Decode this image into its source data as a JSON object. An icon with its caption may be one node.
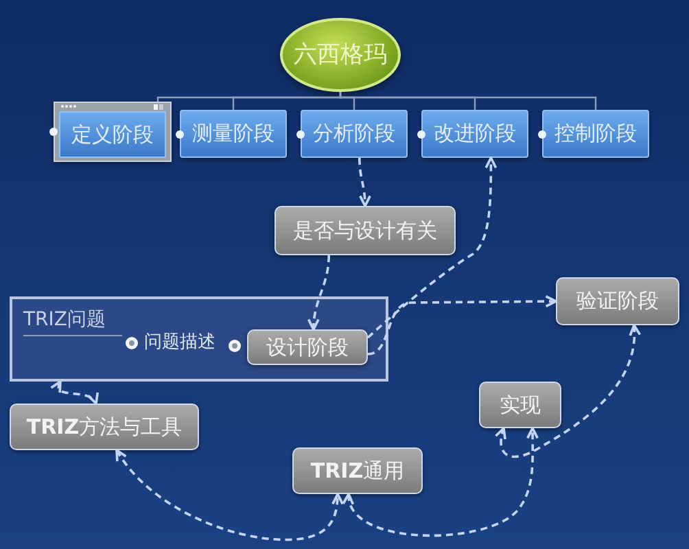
{
  "diagram": {
    "nodes": [
      {
        "text": [
          "六西格玛"
        ]
      },
      {
        "text": [
          "定义阶段"
        ]
      },
      {
        "text": [
          "测量阶段"
        ]
      },
      {
        "text": [
          "分析阶段"
        ]
      },
      {
        "text": [
          "改进阶段"
        ]
      },
      {
        "text": [
          "控制阶段"
        ]
      },
      {
        "text": [
          "是否与设计有关"
        ]
      },
      {
        "text": [
          "TRIZ问题"
        ]
      },
      {
        "text": [
          "设计阶段"
        ],
        "in": 7
      },
      {
        "text": [
          "验证阶段"
        ]
      },
      {
        "text": [
          "**TRIZ**方法与工具"
        ]
      },
      {
        "text": [
          "**TRIZ**通用"
        ]
      },
      {
        "text": [
          "实现"
        ]
      }
    ],
    "edges": [
      {
        "from": 0,
        "to": 1,
        "arrow": "none",
        "color": "#8d9cb8"
      },
      {
        "from": 0,
        "to": 2,
        "arrow": "none",
        "color": "#8d9cb8"
      },
      {
        "from": 0,
        "to": 3,
        "arrow": "none",
        "color": "#8d9cb8"
      },
      {
        "from": 0,
        "to": 4,
        "arrow": "none",
        "color": "#8d9cb8"
      },
      {
        "from": 0,
        "to": 5,
        "arrow": "none",
        "color": "#8d9cb8"
      },
      {
        "from": 3,
        "to": 6,
        "arrow": "to",
        "style": "dashed"
      },
      {
        "from": 6,
        "to": 8,
        "arrow": "to",
        "style": "dashed"
      },
      {
        "from": 8,
        "to": 4,
        "arrow": "to",
        "style": "dashed"
      },
      {
        "from": 8,
        "to": 9,
        "arrow": "to",
        "style": "dashed"
      },
      {
        "from": 7,
        "to": 10,
        "arrow": "both",
        "style": "dashed"
      },
      {
        "from": 10,
        "to": 11,
        "arrow": "both",
        "style": "dashed"
      },
      {
        "from": 11,
        "to": 12,
        "arrow": "both",
        "style": "dashed"
      },
      {
        "from": 9,
        "to": 12,
        "arrow": "both",
        "style": "dashed"
      }
    ],
    "labels": [
      "问题描述"
    ]
  }
}
